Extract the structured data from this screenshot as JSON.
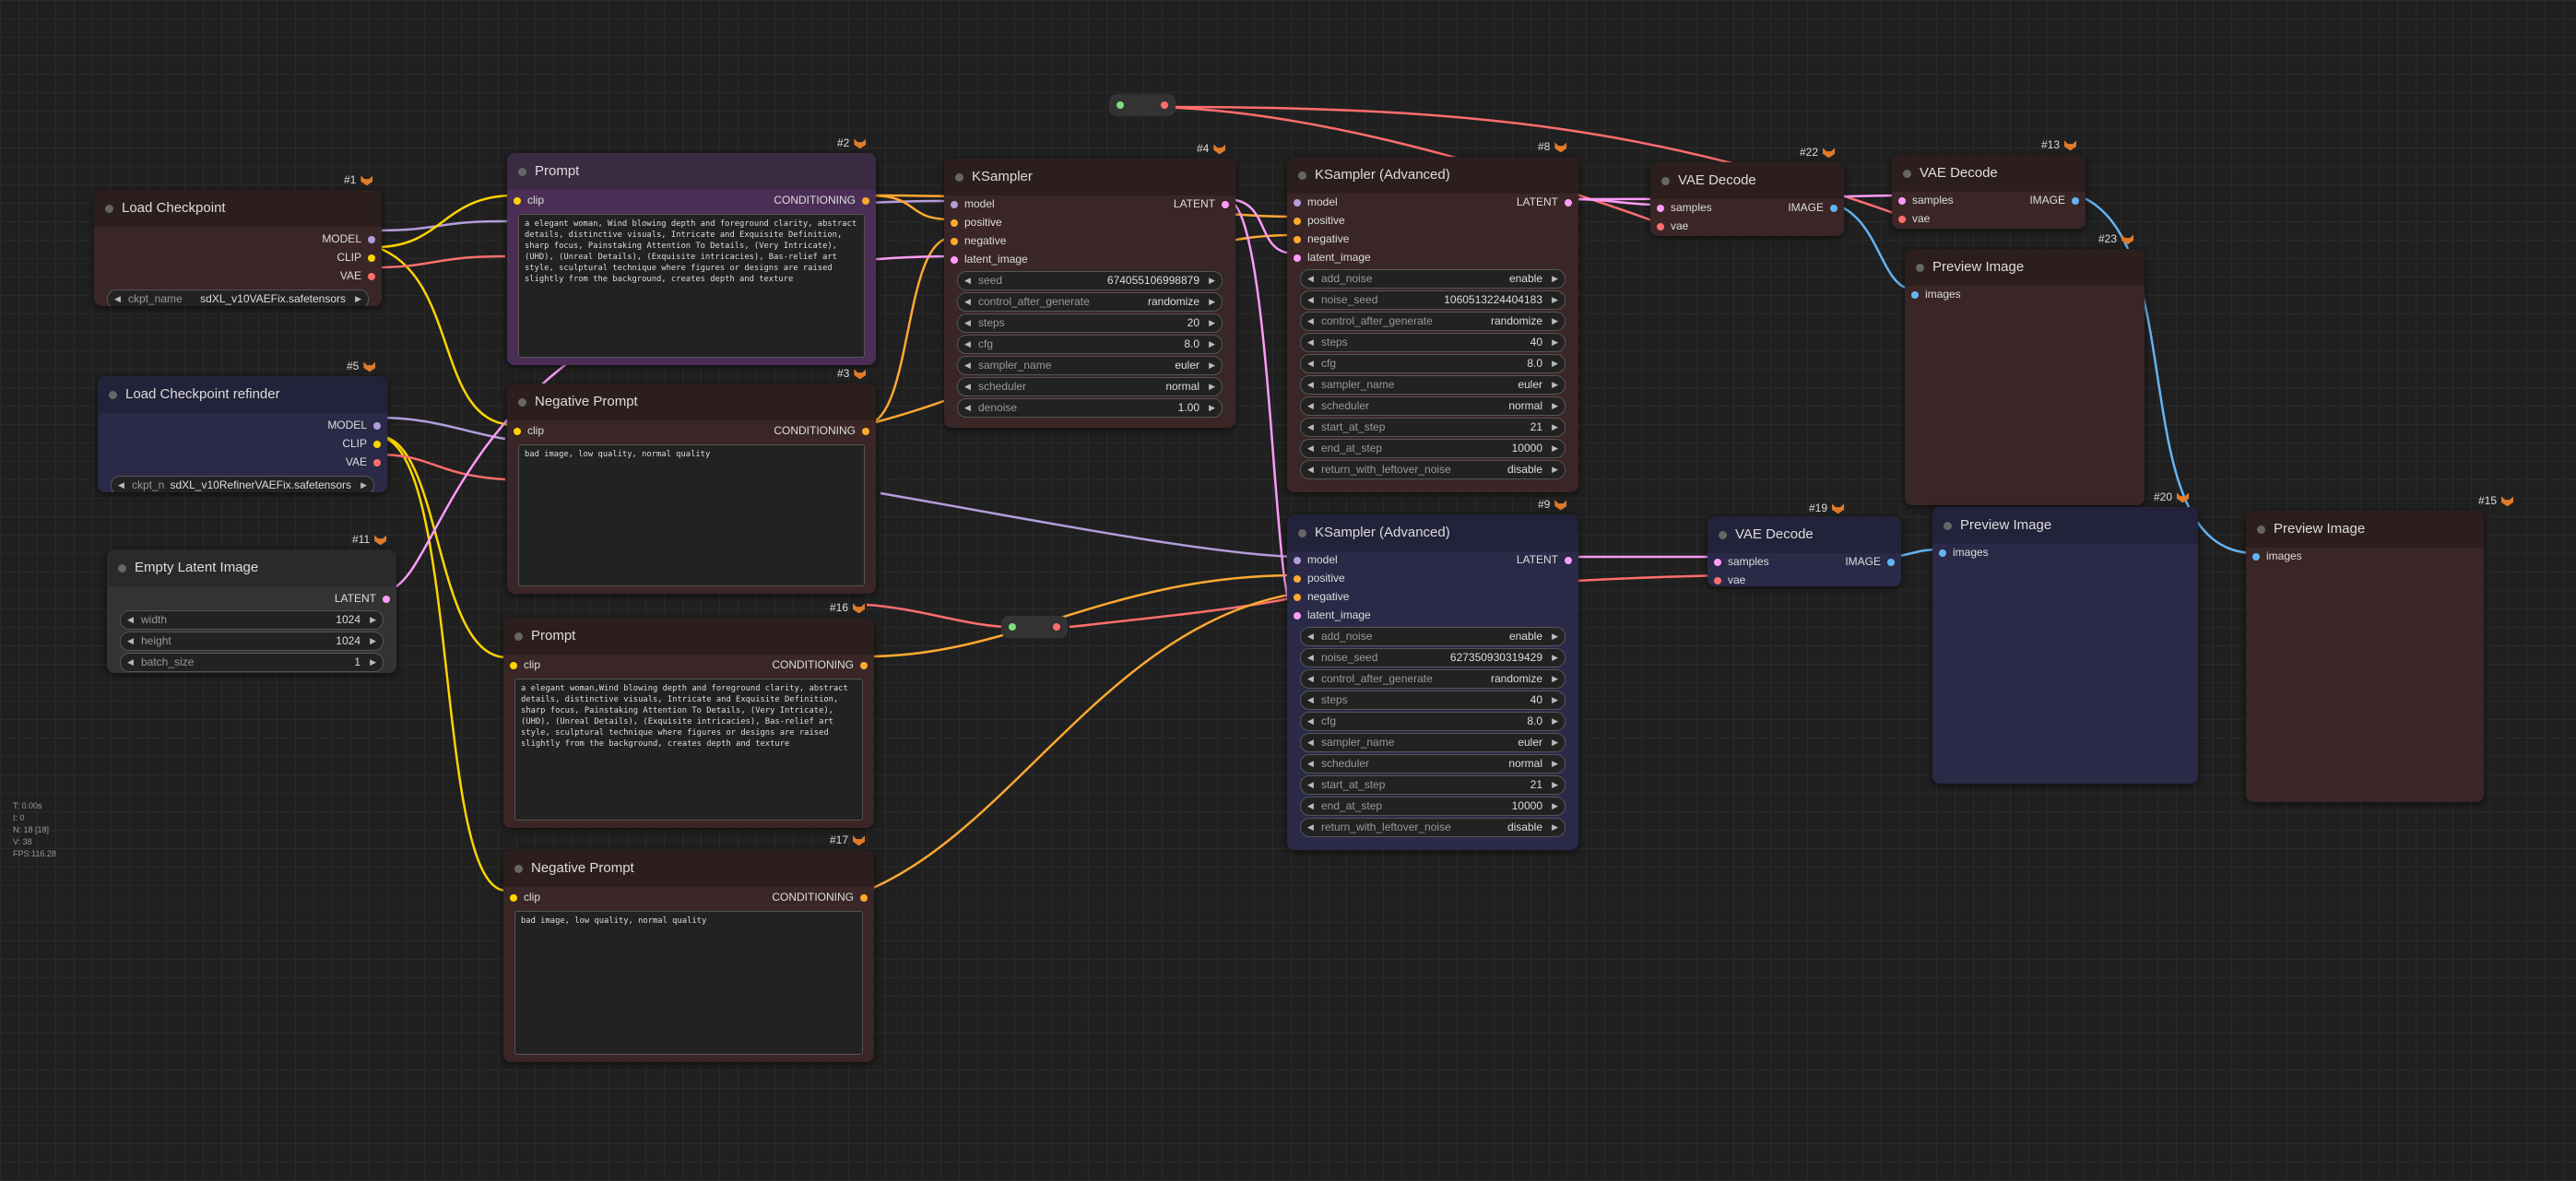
{
  "colors": {
    "model": "#b39ddb",
    "clip": "#ffd500",
    "vae": "#ff6e6e",
    "conditioning": "#ffa931",
    "latent": "#ff9cf9",
    "image": "#64b5f6",
    "node_brown": "#3a2626",
    "node_purple": "#302a38",
    "node_blue": "#2a2a48"
  },
  "stats": {
    "t": "T: 0.00s",
    "i": "I: 0",
    "n": "N: 18 [18]",
    "v": "V: 38",
    "fps": "FPS:116.28"
  },
  "nodes": {
    "n1": {
      "badge": "#1",
      "title": "Load Checkpoint",
      "out_model": "MODEL",
      "out_clip": "CLIP",
      "out_vae": "VAE",
      "w_label": "ckpt_name",
      "w_value": "sdXL_v10VAEFix.safetensors"
    },
    "n5": {
      "badge": "#5",
      "title": "Load Checkpoint refinder",
      "out_model": "MODEL",
      "out_clip": "CLIP",
      "out_vae": "VAE",
      "w_label": "ckpt_n",
      "w_value": "sdXL_v10RefinerVAEFix.safetensors"
    },
    "n11": {
      "badge": "#11",
      "title": "Empty Latent Image",
      "out_latent": "LATENT",
      "w": [
        {
          "label": "width",
          "value": "1024"
        },
        {
          "label": "height",
          "value": "1024"
        },
        {
          "label": "batch_size",
          "value": "1"
        }
      ]
    },
    "n2": {
      "badge": "#2",
      "title": "Prompt",
      "in_clip": "clip",
      "out": "CONDITIONING",
      "text": "a elegant woman, Wind blowing depth and foreground clarity, abstract details, distinctive visuals, Intricate and Exquisite Definition, sharp focus, Painstaking Attention To Details, (Very Intricate), (UHD), (Unreal Details), (Exquisite intricacies), Bas-relief art style, sculptural technique where figures or designs are raised slightly from the background, creates depth and texture"
    },
    "n3": {
      "badge": "#3",
      "title": "Negative Prompt",
      "in_clip": "clip",
      "out": "CONDITIONING",
      "text": "bad image, low quality, normal quality"
    },
    "n16": {
      "badge": "#16",
      "title": "Prompt",
      "in_clip": "clip",
      "out": "CONDITIONING",
      "text": "a elegant woman,Wind blowing depth and foreground clarity, abstract details, distinctive visuals, Intricate and Exquisite Definition, sharp focus, Painstaking Attention To Details, (Very Intricate), (UHD), (Unreal Details), (Exquisite intricacies), Bas-relief art style, sculptural technique where figures or designs are raised slightly from the background, creates depth and texture"
    },
    "n17": {
      "badge": "#17",
      "title": "Negative Prompt",
      "in_clip": "clip",
      "out": "CONDITIONING",
      "text": "bad image, low quality, normal quality"
    },
    "n4": {
      "badge": "#4",
      "title": "KSampler",
      "inputs": [
        "model",
        "positive",
        "negative",
        "latent_image"
      ],
      "out": "LATENT",
      "w": [
        {
          "label": "seed",
          "value": "674055106998879"
        },
        {
          "label": "control_after_generate",
          "value": "randomize"
        },
        {
          "label": "steps",
          "value": "20"
        },
        {
          "label": "cfg",
          "value": "8.0"
        },
        {
          "label": "sampler_name",
          "value": "euler"
        },
        {
          "label": "scheduler",
          "value": "normal"
        },
        {
          "label": "denoise",
          "value": "1.00"
        }
      ]
    },
    "n8": {
      "badge": "#8",
      "title": "KSampler (Advanced)",
      "inputs": [
        "model",
        "positive",
        "negative",
        "latent_image"
      ],
      "out": "LATENT",
      "w": [
        {
          "label": "add_noise",
          "value": "enable"
        },
        {
          "label": "noise_seed",
          "value": "1060513224404183"
        },
        {
          "label": "control_after_generate",
          "value": "randomize"
        },
        {
          "label": "steps",
          "value": "40"
        },
        {
          "label": "cfg",
          "value": "8.0"
        },
        {
          "label": "sampler_name",
          "value": "euler"
        },
        {
          "label": "scheduler",
          "value": "normal"
        },
        {
          "label": "start_at_step",
          "value": "21"
        },
        {
          "label": "end_at_step",
          "value": "10000"
        },
        {
          "label": "return_with_leftover_noise",
          "value": "disable"
        }
      ]
    },
    "n9": {
      "badge": "#9",
      "title": "KSampler (Advanced)",
      "inputs": [
        "model",
        "positive",
        "negative",
        "latent_image"
      ],
      "out": "LATENT",
      "w": [
        {
          "label": "add_noise",
          "value": "enable"
        },
        {
          "label": "noise_seed",
          "value": "627350930319429"
        },
        {
          "label": "control_after_generate",
          "value": "randomize"
        },
        {
          "label": "steps",
          "value": "40"
        },
        {
          "label": "cfg",
          "value": "8.0"
        },
        {
          "label": "sampler_name",
          "value": "euler"
        },
        {
          "label": "scheduler",
          "value": "normal"
        },
        {
          "label": "start_at_step",
          "value": "21"
        },
        {
          "label": "end_at_step",
          "value": "10000"
        },
        {
          "label": "return_with_leftover_noise",
          "value": "disable"
        }
      ]
    },
    "n22": {
      "badge": "#22",
      "title": "VAE Decode",
      "in_samples": "samples",
      "in_vae": "vae",
      "out": "IMAGE"
    },
    "n13": {
      "badge": "#13",
      "title": "VAE Decode",
      "in_samples": "samples",
      "in_vae": "vae",
      "out": "IMAGE"
    },
    "n19": {
      "badge": "#19",
      "title": "VAE Decode",
      "in_samples": "samples",
      "in_vae": "vae",
      "out": "IMAGE"
    },
    "n23": {
      "badge": "#23",
      "title": "Preview Image",
      "in": "images"
    },
    "n20": {
      "badge": "#20",
      "title": "Preview Image",
      "in": "images"
    },
    "n15": {
      "badge": "#15",
      "title": "Preview Image",
      "in": "images"
    }
  }
}
